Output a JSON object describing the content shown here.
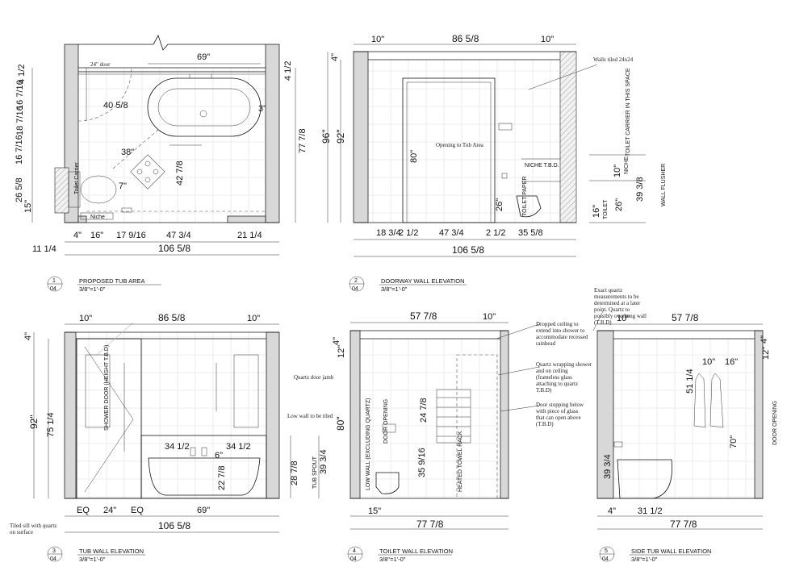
{
  "views": [
    {
      "num": "1",
      "sheet": "04",
      "title": "PROPOSED TUB AREA",
      "scale": "3/8\"=1'-0\""
    },
    {
      "num": "2",
      "sheet": "04",
      "title": "DOORWAY WALL ELEVATION",
      "scale": "3/8\"=1'-0\""
    },
    {
      "num": "3",
      "sheet": "04",
      "title": "TUB WALL ELEVATION",
      "scale": "3/8\"=1'-0\""
    },
    {
      "num": "4",
      "sheet": "04",
      "title": "TOILET WALL ELEVATION",
      "scale": "3/8\"=1'-0\""
    },
    {
      "num": "5",
      "sheet": "04",
      "title": "SIDE TUB  WALL ELEVATION",
      "scale": "3/8\"=1'-0\""
    }
  ],
  "plan": {
    "door_note": "24\" door",
    "top": "69\"",
    "tub_arc": "40 5/8",
    "tub_end": "3\"",
    "diag": "38\"",
    "seven": "7\"",
    "center": "42 7/8",
    "right": "77 7/8",
    "left_a": "4 1/2",
    "left_b": "16 7/16",
    "left_c": "18 7/16",
    "left_d": "16 7/16",
    "left_e": "26 5/8",
    "left_f": "15\"",
    "right_top": "4 1/2",
    "bottom_a": "4\"",
    "bottom_b": "16\"",
    "bottom_c": "17 9/16",
    "bottom_d": "47 3/4",
    "bottom_e": "21 1/4",
    "bottom_left": "11 1/4",
    "overall": "106 5/8",
    "toilet_label": "Toilet Carrier",
    "niche": "Niche"
  },
  "doorway": {
    "top_left": "10\"",
    "top_mid": "86 5/8",
    "top_right": "10\"",
    "left_outer": "96\"",
    "left_inner": "92\"",
    "small_top": "4\"",
    "opening_h": "80\"",
    "opening_note": "Opening to Tub Area",
    "walls_note": "Walls tiled 24x24",
    "niche": "NICHE T.B.D.",
    "carrier": "TOILET CARRIER IN THIS SPACE",
    "tp": "TOILET PAPER",
    "tp_h": "26\"",
    "b_a": "18 3/4",
    "b_b": "2 1/2",
    "b_c": "47 3/4",
    "b_d": "2 1/2",
    "b_e": "35 5/8",
    "overall": "106 5/8",
    "r_a": "10\"",
    "r_b": "26\"",
    "r_c": "39 3/8",
    "r_d": "16\"",
    "r_niche": "NICHE",
    "r_toilet": "TOILET",
    "r_flush": "WALL FLUSHER"
  },
  "tubwall": {
    "top_left": "10\"",
    "top_mid": "86 5/8",
    "top_right": "10\"",
    "small_top": "4\"",
    "left": "92\"",
    "door_h": "75 1/4",
    "door_label": "SHOWER DOOR (HEIGHT T.B.D)",
    "quartz_note": "Quartz door jamb",
    "low_wall_note": "Low wall to be tiled",
    "spout_a": "34 1/2",
    "spout_b": "34 1/2",
    "six": "6\"",
    "tub_h": "22 7/8",
    "spout_h": "28 7/8",
    "spout_label": "TUB SPOUT",
    "low_wall_h": "39 3/4",
    "low_wall_label": "LOW WALL (EXCLUDING QUARTZ)",
    "eq1": "EQ",
    "b24": "24\"",
    "eq2": "EQ",
    "b69": "69\"",
    "overall": "106 5/8",
    "sill_note": "Tiled sill with quartz on surface"
  },
  "toiletwall": {
    "top": "57 7/8",
    "top_right": "10\"",
    "small_top": "4\"",
    "left_a": "12\"",
    "left_b": "80\"",
    "rack_h": "24 7/8",
    "rack_pos": "35 9/16",
    "rack_label": "HEATED TOWEL RACK",
    "door_label": "DOOR OPENING",
    "b15": "15\"",
    "overall": "77 7/8",
    "note1": "Dropped ceiling to extend into shower to accommodate recessed rainhead",
    "note2": "Quartz wrapping shower and on ceiling (frameless glass attaching to quartz T.B.D)",
    "note3": "Door stopping below with piece of glass that can open above (T.B.D)"
  },
  "sidewall": {
    "note": "Exact quartz measurements to be determined at a later point. Quartz to possibly overhang wall (T.B.D)",
    "top_left": "10\"",
    "top": "57 7/8",
    "small_top": "4\"",
    "left_a": "12\"",
    "towel_a": "10\"",
    "towel_b": "16\"",
    "h51": "51 1/4",
    "h70": "70\"",
    "door_label": "DOOR OPENING",
    "h39": "39 3/4",
    "b4": "4\"",
    "b31": "31 1/2",
    "overall": "77 7/8"
  }
}
